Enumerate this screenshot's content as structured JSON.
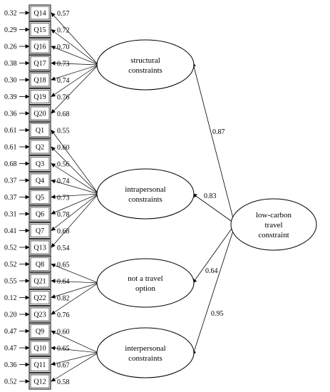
{
  "diagram": {
    "latent_factors": [
      {
        "id": "structural",
        "lines": [
          "structural",
          "constraints"
        ]
      },
      {
        "id": "intrapersonal",
        "lines": [
          "intrapersonal",
          "constraints"
        ]
      },
      {
        "id": "notoption",
        "lines": [
          "not a travel",
          "option"
        ]
      },
      {
        "id": "interpersonal",
        "lines": [
          "interpersonal",
          "constraints"
        ]
      }
    ],
    "higher_factor": {
      "id": "lowcarbon",
      "lines": [
        "low-carbon",
        "travel",
        "constraint"
      ]
    },
    "higher_paths": [
      {
        "to": "structural",
        "label": "0.87"
      },
      {
        "to": "intrapersonal",
        "label": "0.83"
      },
      {
        "to": "notoption",
        "label": "0.64"
      },
      {
        "to": "interpersonal",
        "label": "0.95"
      }
    ],
    "items": [
      {
        "label": "Q14",
        "error": "0.32",
        "loading": "0.57",
        "factor": "structural"
      },
      {
        "label": "Q15",
        "error": "0.29",
        "loading": "0.72",
        "factor": "structural"
      },
      {
        "label": "Q16",
        "error": "0.26",
        "loading": "0.70",
        "factor": "structural"
      },
      {
        "label": "Q17",
        "error": "0.38",
        "loading": "0.73",
        "factor": "structural"
      },
      {
        "label": "Q18",
        "error": "0.30",
        "loading": "0.74",
        "factor": "structural"
      },
      {
        "label": "Q19",
        "error": "0.39",
        "loading": "0.76",
        "factor": "structural"
      },
      {
        "label": "Q20",
        "error": "0.36",
        "loading": "0.68",
        "factor": "structural"
      },
      {
        "label": "Q1",
        "error": "0.61",
        "loading": "0.55",
        "factor": "intrapersonal"
      },
      {
        "label": "Q2",
        "error": "0.61",
        "loading": "0.60",
        "factor": "intrapersonal"
      },
      {
        "label": "Q3",
        "error": "0.68",
        "loading": "0.56",
        "factor": "intrapersonal"
      },
      {
        "label": "Q4",
        "error": "0.37",
        "loading": "0.74",
        "factor": "intrapersonal"
      },
      {
        "label": "Q5",
        "error": "0.37",
        "loading": "0.73",
        "factor": "intrapersonal"
      },
      {
        "label": "Q6",
        "error": "0.31",
        "loading": "0.78",
        "factor": "intrapersonal"
      },
      {
        "label": "Q7",
        "error": "0.41",
        "loading": "0.68",
        "factor": "intrapersonal"
      },
      {
        "label": "Q13",
        "error": "0.52",
        "loading": "0.54",
        "factor": "intrapersonal"
      },
      {
        "label": "Q8",
        "error": "0.52",
        "loading": "0.65",
        "factor": "notoption"
      },
      {
        "label": "Q21",
        "error": "0.55",
        "loading": "0.64",
        "factor": "notoption"
      },
      {
        "label": "Q22",
        "error": "0.12",
        "loading": "0.82",
        "factor": "notoption"
      },
      {
        "label": "Q23",
        "error": "0.20",
        "loading": "0.76",
        "factor": "notoption"
      },
      {
        "label": "Q9",
        "error": "0.47",
        "loading": "0.60",
        "factor": "interpersonal"
      },
      {
        "label": "Q10",
        "error": "0.47",
        "loading": "0.65",
        "factor": "interpersonal"
      },
      {
        "label": "Q11",
        "error": "0.36",
        "loading": "0.67",
        "factor": "interpersonal"
      },
      {
        "label": "Q12",
        "error": "0.52",
        "loading": "0.58",
        "factor": "interpersonal"
      }
    ]
  }
}
